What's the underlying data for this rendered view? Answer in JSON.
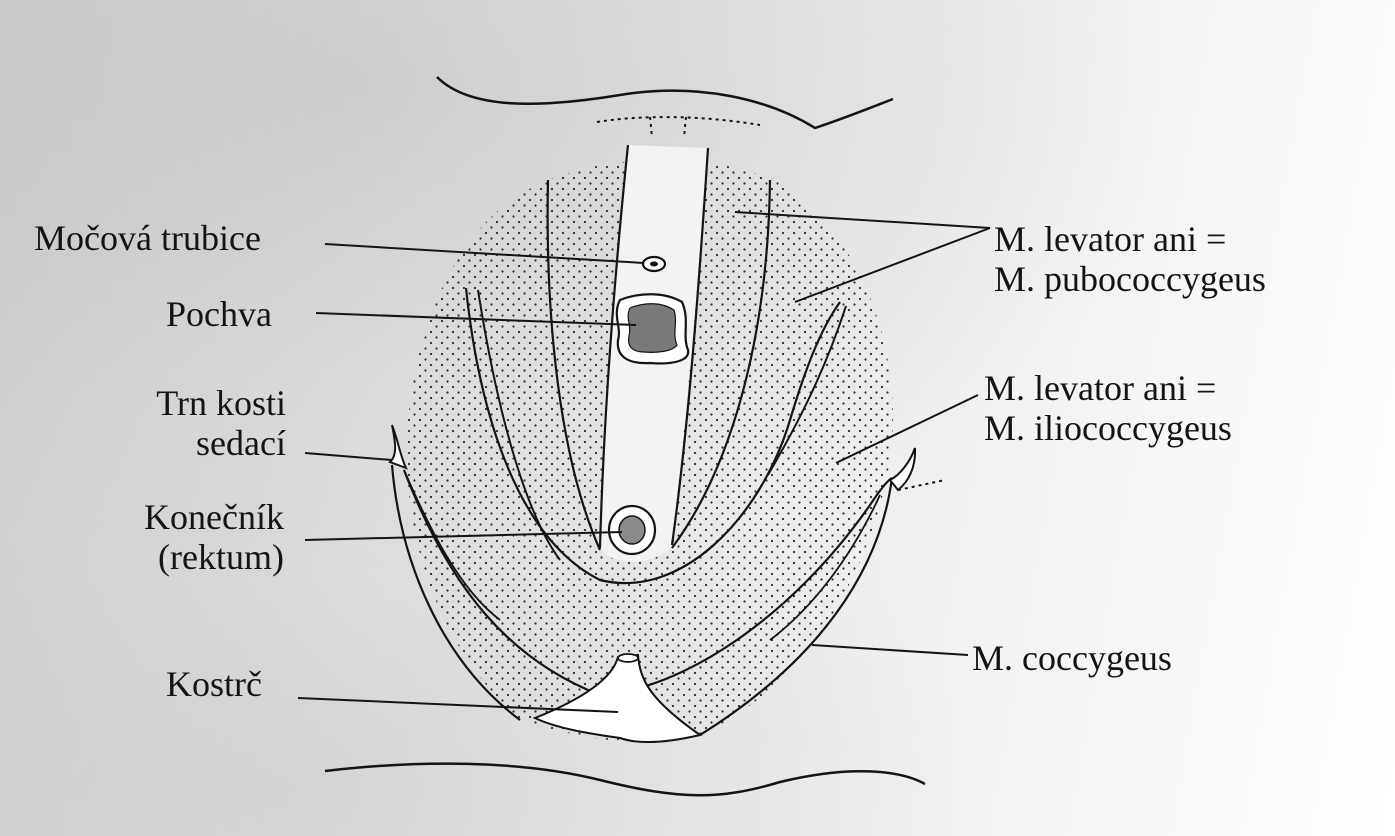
{
  "labels": {
    "urethra": "Močová trubice",
    "vagina": "Pochva",
    "ischial_spine_line1": "Trn kosti",
    "ischial_spine_line2": "sedací",
    "rectum_line1": "Konečník",
    "rectum_line2": "(rektum)",
    "coccyx": "Kostrč",
    "pubococcygeus_line1": "M. levator ani =",
    "pubococcygeus_line2": "M. pubococcygeus",
    "iliococcygeus_line1": "M. levator ani =",
    "iliococcygeus_line2": "M. iliococcygeus",
    "coccygeus": "M. coccygeus"
  },
  "colors": {
    "ink": "#141414",
    "stipple": "#2a2a2a",
    "paper_light": "#ffffff",
    "paper_shadow": "#cfcfcf",
    "vagina_fill": "#7a7a7a",
    "rectum_fill": "#8a8a8a"
  }
}
